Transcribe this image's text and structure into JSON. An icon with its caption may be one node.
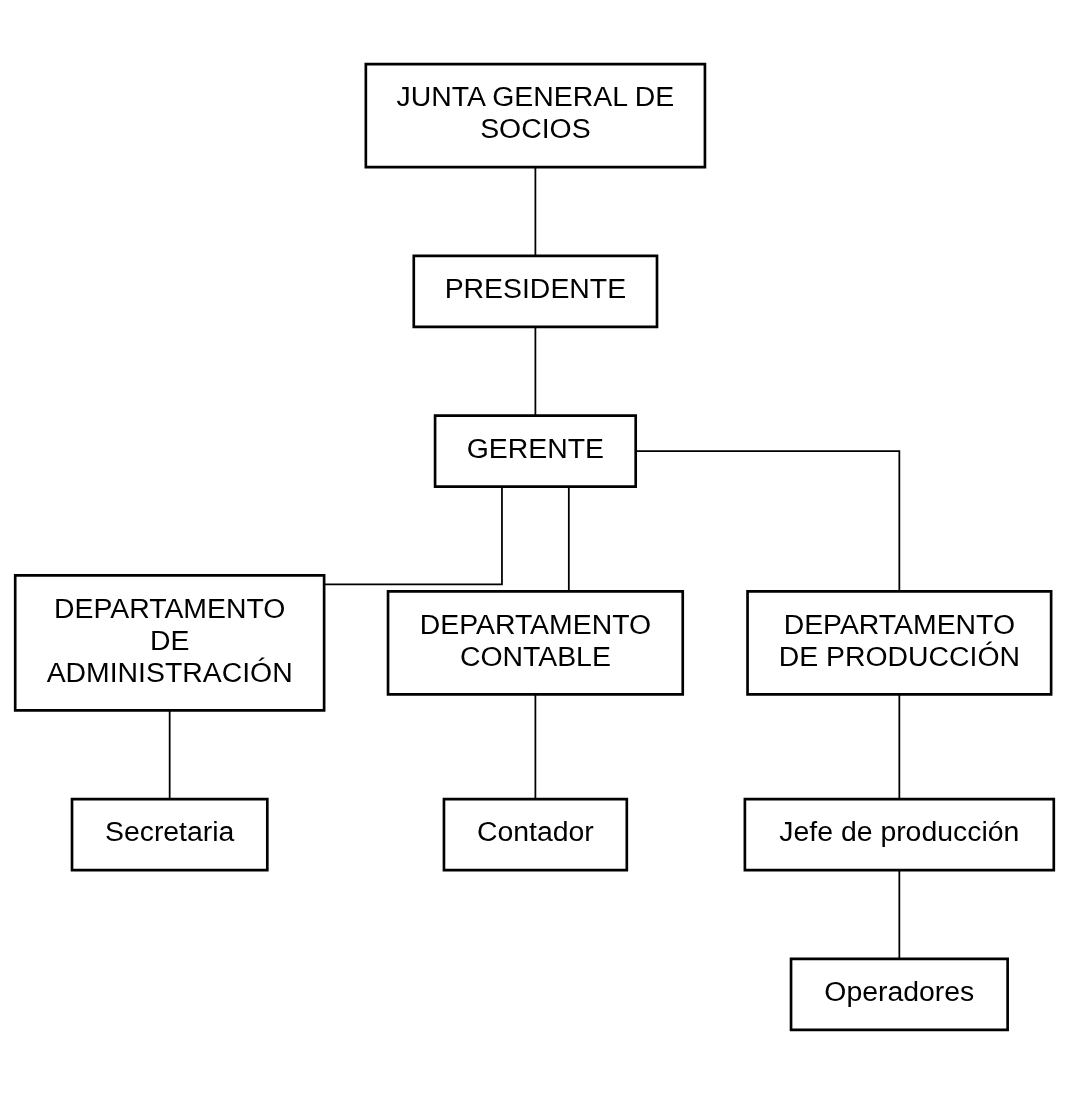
{
  "diagram": {
    "nodes": [
      {
        "text": [
          "JUNTA GENERAL DE SOCIOS"
        ]
      },
      {
        "text": [
          "PRESIDENTE"
        ]
      },
      {
        "text": [
          "GERENTE"
        ]
      },
      {
        "text": [
          "DEPARTAMENTO DE ADMINISTRACIÓN"
        ]
      },
      {
        "text": [
          "DEPARTAMENTO CONTABLE"
        ]
      },
      {
        "text": [
          "DEPARTAMENTO DE PRODUCCIÓN"
        ]
      },
      {
        "text": [
          "Secretaria"
        ]
      },
      {
        "text": [
          "Contador"
        ]
      },
      {
        "text": [
          "Jefe de producción"
        ]
      },
      {
        "text": [
          "Operadores"
        ]
      }
    ],
    "edges": [
      {
        "from": 0,
        "to": 1,
        "arrow": "none"
      },
      {
        "from": 1,
        "to": 2,
        "arrow": "none"
      },
      {
        "from": 2,
        "to": 3,
        "arrow": "none"
      },
      {
        "from": 2,
        "to": 4,
        "arrow": "none"
      },
      {
        "from": 2,
        "to": 5,
        "arrow": "none"
      },
      {
        "from": 3,
        "to": 6,
        "arrow": "none"
      },
      {
        "from": 4,
        "to": 7,
        "arrow": "none"
      },
      {
        "from": 5,
        "to": 8,
        "arrow": "none"
      },
      {
        "from": 8,
        "to": 9,
        "arrow": "none"
      }
    ]
  }
}
